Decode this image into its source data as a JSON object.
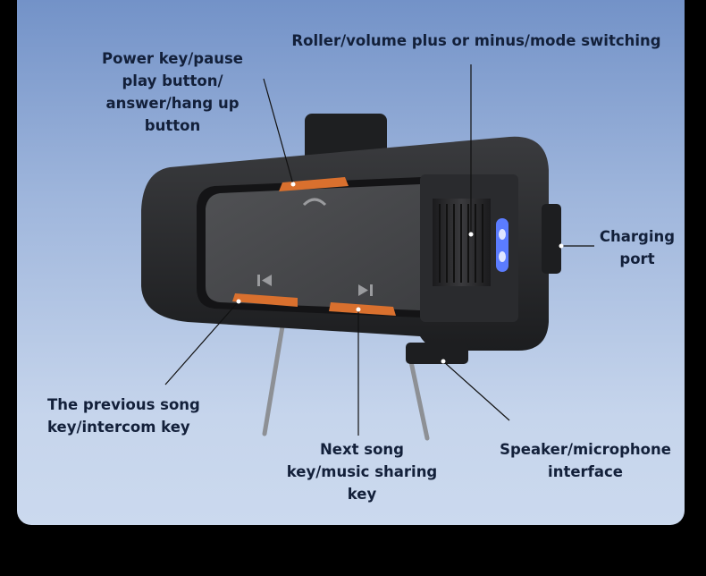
{
  "labels": {
    "roller": [
      "Roller/volume plus or minus/mode switching"
    ],
    "power": [
      "Power key/pause",
      "play button/",
      "answer/hang up",
      "button"
    ],
    "charging": [
      "Charging",
      "port"
    ],
    "previous": [
      "The previous song",
      "key/intercom key"
    ],
    "next": [
      "Next song",
      "key/music sharing",
      "key"
    ],
    "speaker": [
      "Speaker/microphone",
      "interface"
    ]
  },
  "colors": {
    "button_accent": "#d9702e",
    "led": "#5b7cff",
    "text": "#13203a"
  }
}
